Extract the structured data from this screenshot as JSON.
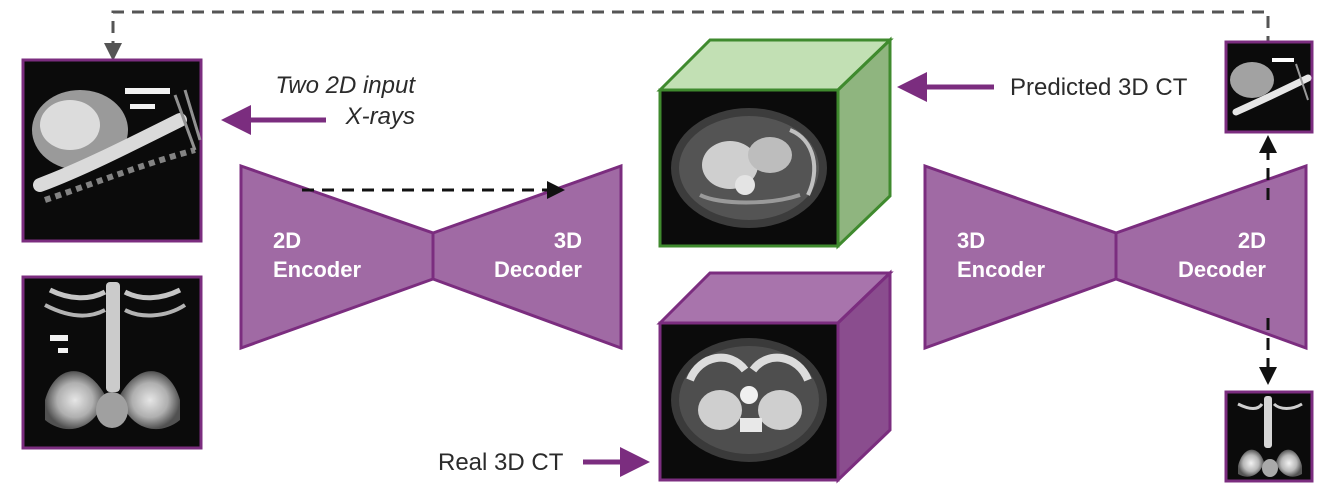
{
  "colors": {
    "purple": "#7b2d7f",
    "purple_fill": "#a06aa4",
    "green": "#3f8a2e",
    "green_light": "#c2e0b4",
    "green_side": "#8fb57f",
    "purple_cube_top": "#a874ac",
    "purple_cube_side": "#8a4d8e",
    "scan_bg": "#0b0b0b",
    "dashed": "#555555"
  },
  "labels": {
    "input_line1": "Two 2D input",
    "input_line2": "X-rays",
    "predicted_ct": "Predicted 3D CT",
    "real_ct": "Real 3D CT"
  },
  "networks": {
    "encoder_2d": {
      "line1": "2D",
      "line2": "Encoder"
    },
    "decoder_3d": {
      "line1": "3D",
      "line2": "Decoder"
    },
    "encoder_3d": {
      "line1": "3D",
      "line2": "Encoder"
    },
    "decoder_2d": {
      "line1": "2D",
      "line2": "Decoder"
    }
  },
  "icons": {
    "xray_lateral": "lateral-xray-image",
    "xray_frontal": "frontal-xray-image",
    "predicted_cube": "predicted-ct-volume",
    "real_cube": "real-ct-volume",
    "reprojected_lateral": "reprojected-lateral-xray",
    "reprojected_frontal": "reprojected-frontal-xray"
  }
}
